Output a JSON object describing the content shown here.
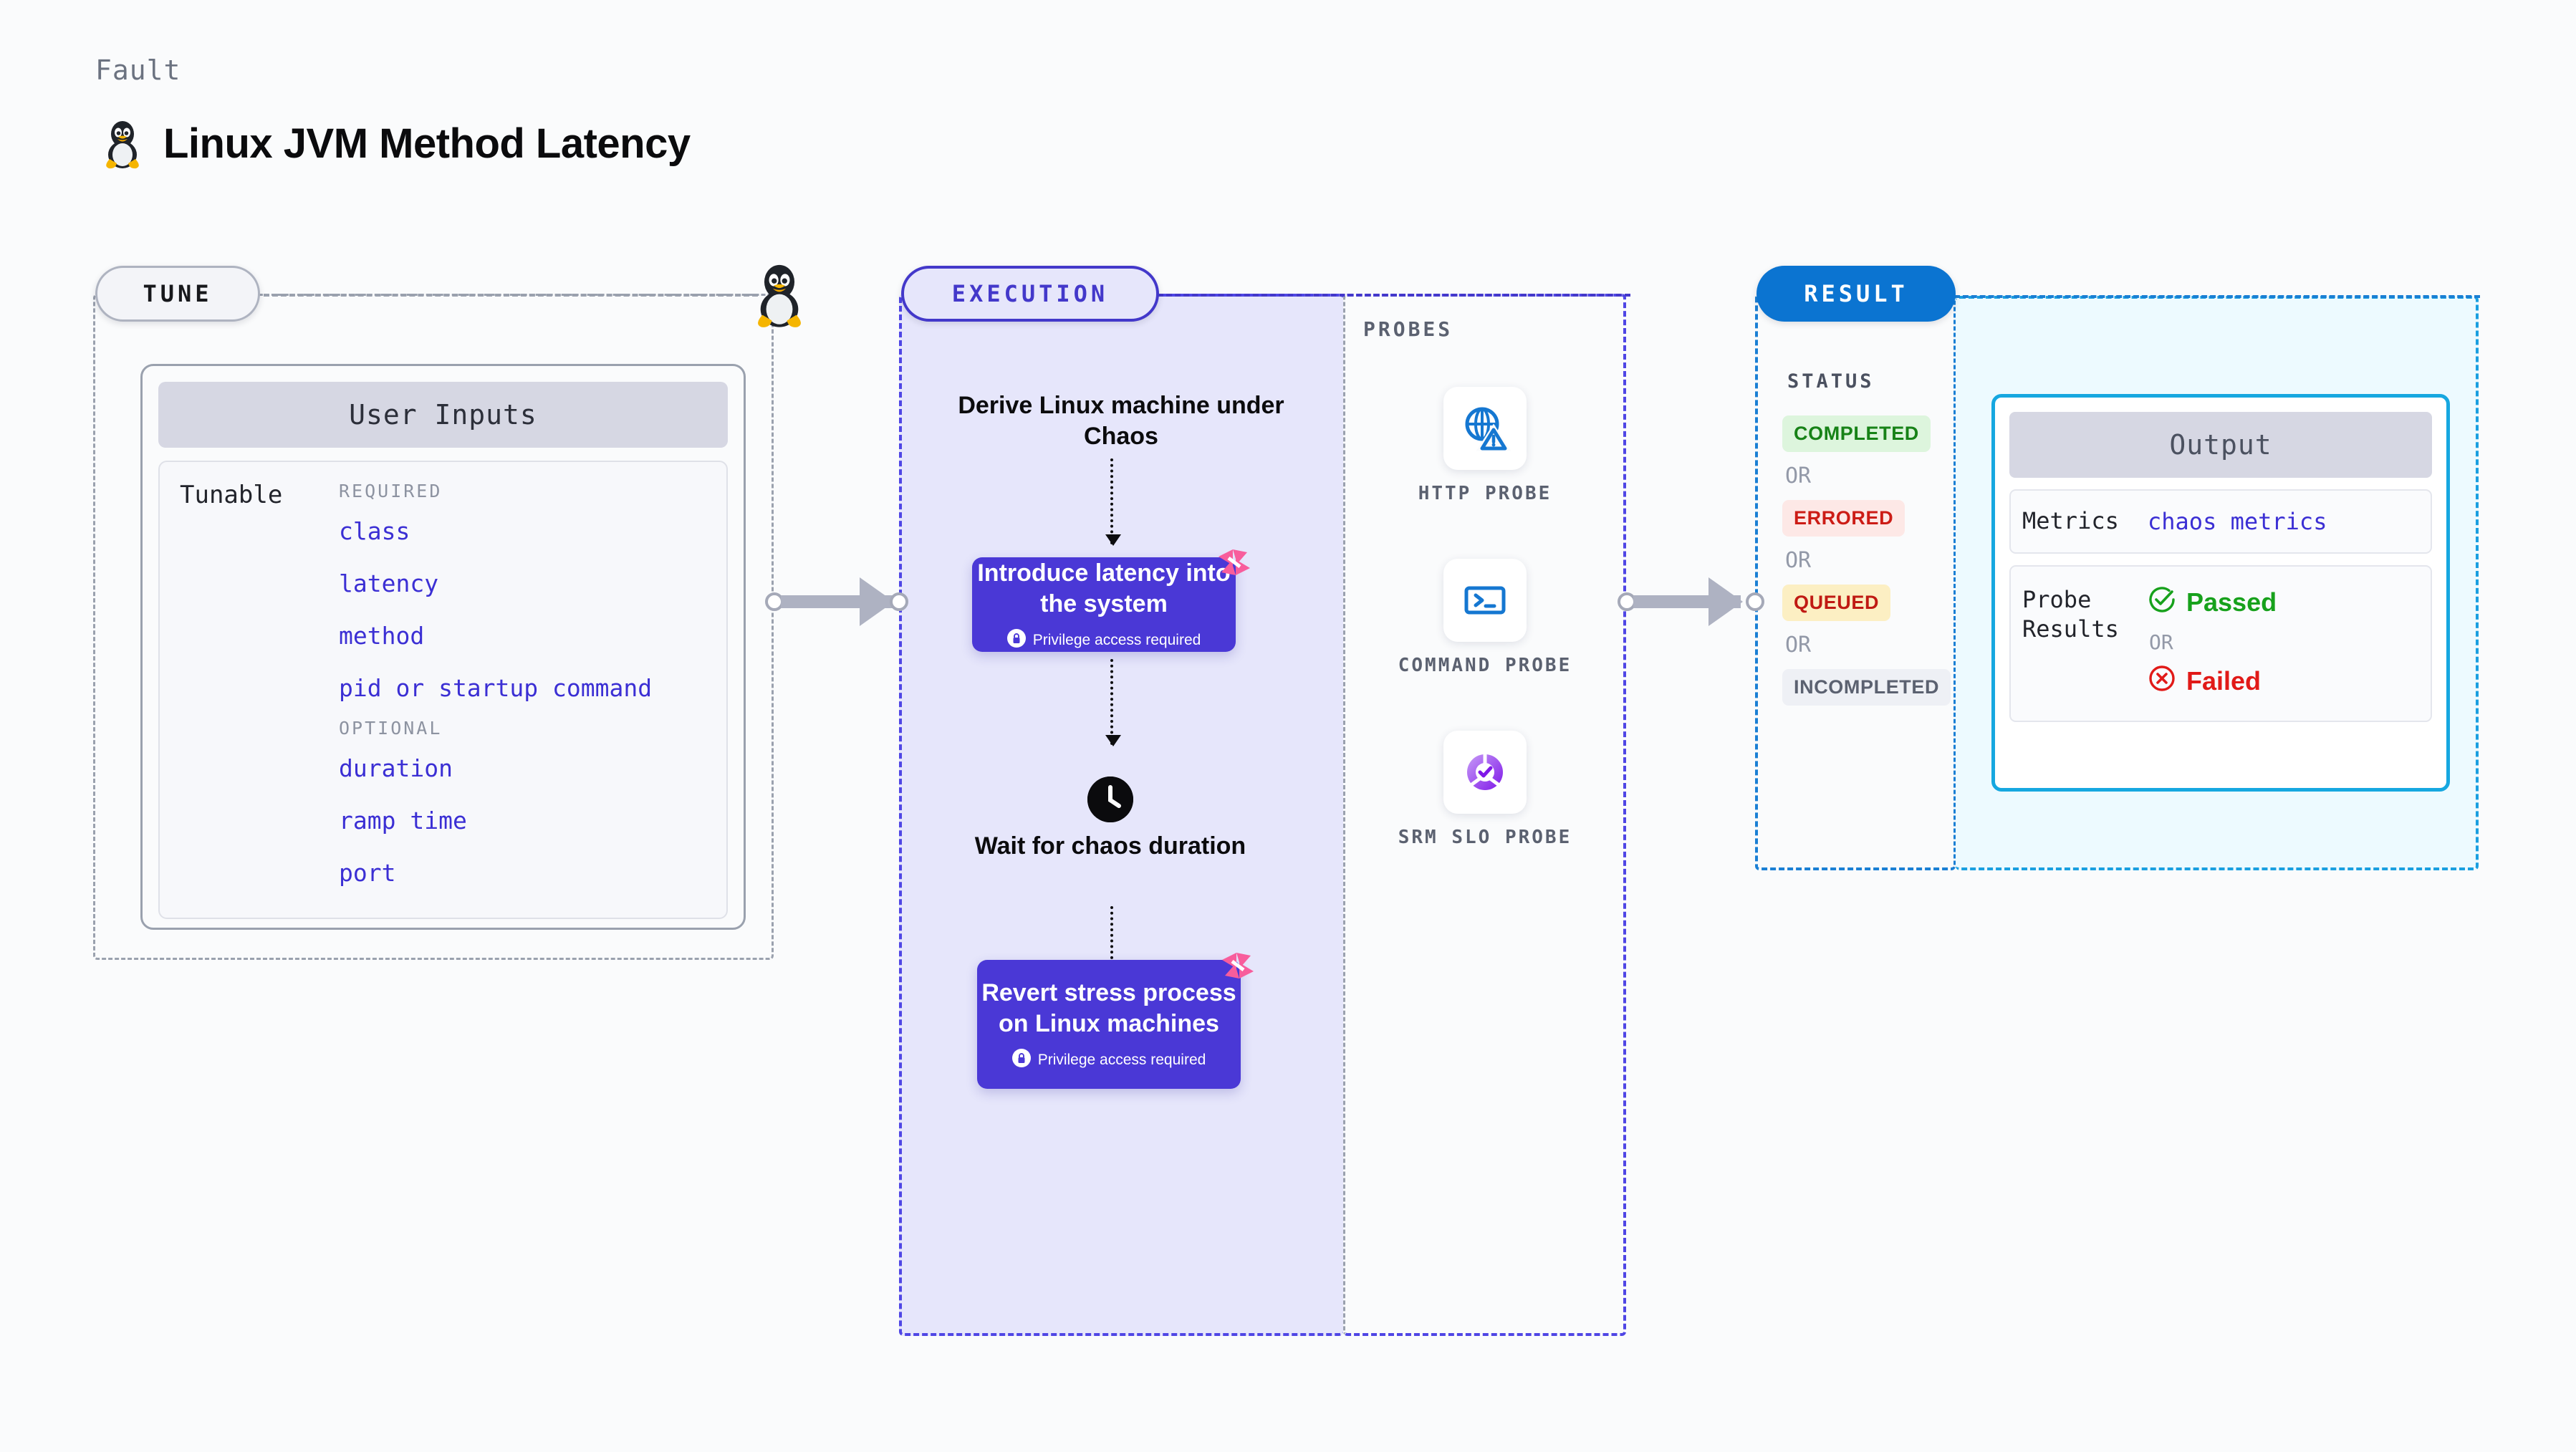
{
  "header": {
    "kicker": "Fault",
    "title": "Linux JVM Method Latency",
    "icon": "linux-penguin-icon"
  },
  "tune": {
    "pill_label": "TUNE",
    "card_title": "User Inputs",
    "tunable_label": "Tunable",
    "groups": [
      {
        "title": "REQUIRED",
        "items": [
          "class",
          "latency",
          "method",
          "pid or startup command"
        ]
      },
      {
        "title": "OPTIONAL",
        "items": [
          "duration",
          "ramp time",
          "port"
        ]
      }
    ]
  },
  "execution": {
    "pill_label": "EXECUTION",
    "steps": [
      {
        "kind": "text",
        "label": "Derive Linux machine under Chaos"
      },
      {
        "kind": "box",
        "label": "Introduce latency into the system",
        "privilege": "Privilege access required"
      },
      {
        "kind": "clock",
        "label": "Wait for chaos duration"
      },
      {
        "kind": "box",
        "label": "Revert stress process on Linux machines",
        "privilege": "Privilege access required"
      }
    ]
  },
  "probes": {
    "title": "PROBES",
    "items": [
      {
        "caption": "HTTP PROBE",
        "icon": "globe-warning-icon"
      },
      {
        "caption": "COMMAND PROBE",
        "icon": "terminal-icon"
      },
      {
        "caption": "SRM SLO PROBE",
        "icon": "slo-donut-check-icon"
      }
    ]
  },
  "result": {
    "pill_label": "RESULT",
    "status_title": "STATUS",
    "or_label": "OR",
    "statuses": [
      {
        "label": "COMPLETED",
        "bg": "#ddf5dd",
        "fg": "#178217"
      },
      {
        "label": "ERRORED",
        "bg": "#fde8e6",
        "fg": "#cc1c16"
      },
      {
        "label": "QUEUED",
        "bg": "#fcefc3",
        "fg": "#c01a13"
      },
      {
        "label": "INCOMPLETED",
        "bg": "#eef0f5",
        "fg": "#5b6170"
      }
    ]
  },
  "output": {
    "title": "Output",
    "metrics_label": "Metrics",
    "metrics_value": "chaos metrics",
    "probe_results_label": "Probe Results",
    "or_label": "OR",
    "passed_label": "Passed",
    "failed_label": "Failed",
    "passed_color": "#17a11c",
    "failed_color": "#e11a18"
  },
  "colors": {
    "indigo": "#4a38d6",
    "indigo_border": "#4338ca",
    "blue": "#0b74d1",
    "cyan": "#16a7e0",
    "pink": "#f85d9c",
    "gray_dash": "#9aa1ae"
  }
}
